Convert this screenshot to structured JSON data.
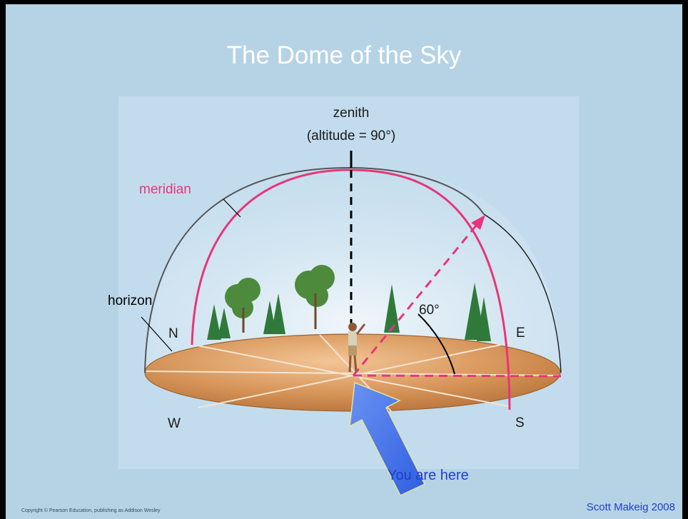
{
  "slide": {
    "title": "The Dome of the Sky",
    "copyright": "Copyright © Pearson Education, publishing as Addison Wesley",
    "credit": "Scott Makeig 2008"
  },
  "diagram": {
    "zenith_label": "zenith",
    "altitude_label": "(altitude = 90°)",
    "meridian_label": "meridian",
    "horizon_label": "horizon",
    "angle_label": "60°",
    "directions": {
      "north": "N",
      "east": "E",
      "south": "S",
      "west": "W"
    },
    "pointer_label": "You are here",
    "colors": {
      "meridian": "#e8357a",
      "dome_outline": "#555555",
      "ground": "#c98b52",
      "pointer": "#3f73ea",
      "pointer_text": "#1f3fc7"
    }
  }
}
